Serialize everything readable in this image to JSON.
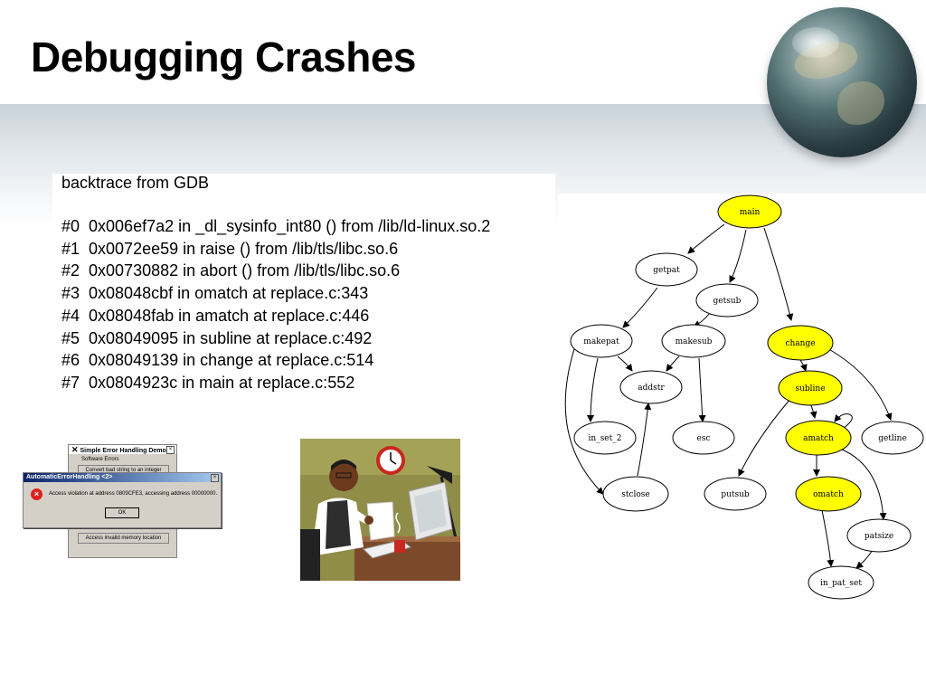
{
  "slide": {
    "title": "Debugging Crashes"
  },
  "backtrace": {
    "header": "backtrace from GDB",
    "frames": [
      "#0  0x006ef7a2 in _dl_sysinfo_int80 () from /lib/ld-linux.so.2",
      "#1  0x0072ee59 in raise () from /lib/tls/libc.so.6",
      "#2  0x00730882 in abort () from /lib/tls/libc.so.6",
      "#3  0x08048cbf in omatch at replace.c:343",
      "#4  0x08048fab in amatch at replace.c:446",
      "#5  0x08049095 in subline at replace.c:492",
      "#6  0x08049139 in change at replace.c:514",
      "#7  0x0804923c in main at replace.c:552"
    ]
  },
  "dialogs": {
    "demo_window": {
      "title": "Simple Error Handling Demo",
      "group_label": "Software Errors",
      "button_top": "Convert bad string to an integer",
      "button_bottom": "Access invalid memory location"
    },
    "error_window": {
      "title": "AutomaticErrorHandling <2>",
      "message": "Access violation at address 0809CFE3, accessing address 00000000.",
      "ok_label": "OK"
    }
  },
  "call_graph": {
    "highlight_color": "#ffff00",
    "nodes": {
      "main": "main",
      "getpat": "getpat",
      "getsub": "getsub",
      "change": "change",
      "makepat": "makepat",
      "makesub": "makesub",
      "addstr": "addstr",
      "subline": "subline",
      "in_set_2": "in_set_2",
      "esc": "esc",
      "amatch": "amatch",
      "getline": "getline",
      "stclose": "stclose",
      "putsub": "putsub",
      "omatch": "omatch",
      "patsize": "patsize",
      "in_pat_set": "in_pat_set"
    }
  }
}
